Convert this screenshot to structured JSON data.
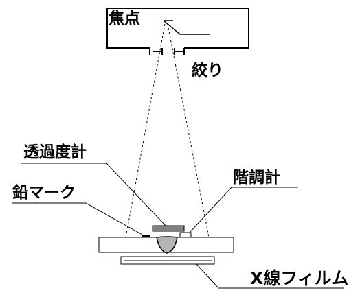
{
  "labels": {
    "focus": "焦点",
    "aperture": "絞り",
    "penetrameter": "透過度計",
    "step_wedge": "階調計",
    "lead_mark": "鉛マーク",
    "xray_film": "X線フィルム"
  }
}
